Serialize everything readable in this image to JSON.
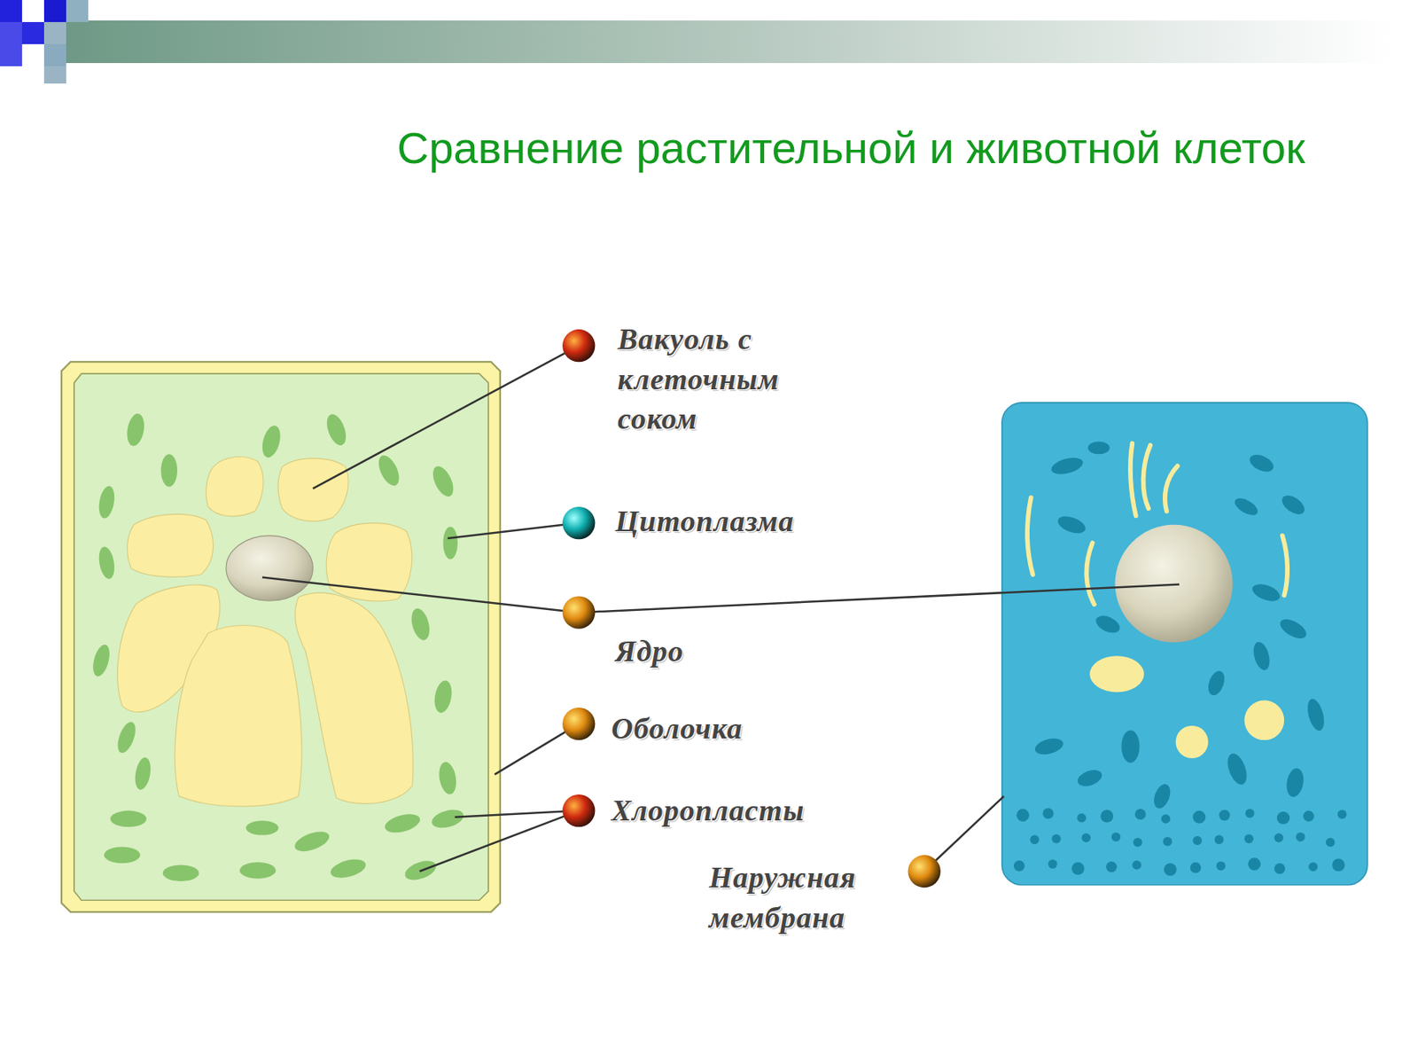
{
  "diagram": {
    "title": "Сравнение растительной и животной клеток",
    "labels": [
      "Вакуоль с клеточным соком",
      "Цитоплазма",
      "Ядро",
      "Оболочка",
      "Хлоропласты",
      "Наружная мембрана"
    ]
  }
}
